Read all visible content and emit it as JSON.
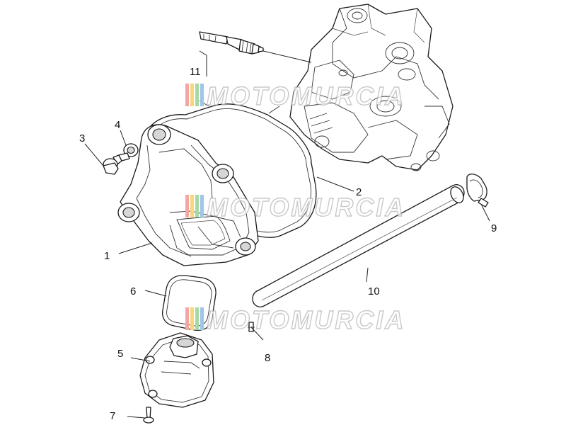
{
  "diagram": {
    "callouts": [
      {
        "id": "1",
        "label": "1"
      },
      {
        "id": "2",
        "label": "2"
      },
      {
        "id": "3",
        "label": "3"
      },
      {
        "id": "4",
        "label": "4"
      },
      {
        "id": "5",
        "label": "5"
      },
      {
        "id": "6",
        "label": "6"
      },
      {
        "id": "7",
        "label": "7"
      },
      {
        "id": "8",
        "label": "8"
      },
      {
        "id": "9",
        "label": "9"
      },
      {
        "id": "10",
        "label": "10"
      },
      {
        "id": "11",
        "label": "11"
      }
    ]
  },
  "watermark": {
    "text": "MOTOMURCIA",
    "colors": [
      "#f4a6a6",
      "#f7d77a",
      "#a8d8a0",
      "#9ec6e8"
    ]
  }
}
